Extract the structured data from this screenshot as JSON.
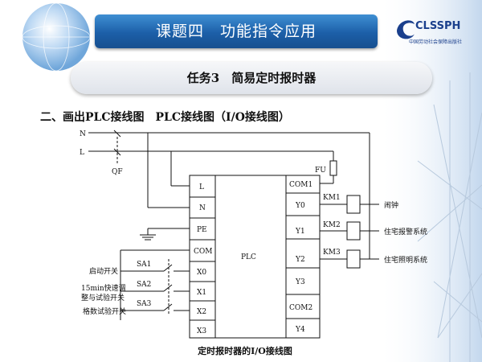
{
  "header": {
    "title": "课题四　功能指令应用"
  },
  "logo": {
    "name": "CLSSPH",
    "subtitle": "中国劳动社会保障出版社"
  },
  "task": {
    "title": "任务3　简易定时报时器"
  },
  "section": {
    "heading": "二、画出PLC接线图　PLC接线图（I/O接线图）"
  },
  "diagram": {
    "plc_label": "PLC",
    "supply": [
      "N",
      "L"
    ],
    "breaker": "QF",
    "fuse": "FU",
    "input_terminals": [
      "L",
      "N",
      "PE",
      "COM",
      "X0",
      "X1",
      "X2",
      "X3"
    ],
    "output_terminals": [
      "COM1",
      "Y0",
      "Y1",
      "Y2",
      "Y3",
      "COM2",
      "Y4"
    ],
    "switches": [
      {
        "tag": "SA1",
        "label": [
          "启动开关"
        ]
      },
      {
        "tag": "SA2",
        "label": [
          "15min快速调",
          "整与试验开关"
        ]
      },
      {
        "tag": "SA3",
        "label": [
          "格数试验开关"
        ]
      }
    ],
    "relays": [
      {
        "tag": "KM1",
        "load": "闹钟"
      },
      {
        "tag": "KM2",
        "load": "住宅报警系统"
      },
      {
        "tag": "KM3",
        "load": "住宅照明系统"
      }
    ],
    "caption": "定时报时器的I/O接线图"
  },
  "colors": {
    "title_bar": "#1c5fa8",
    "title_text": "#ffffff",
    "logo": "#1a3f8c"
  }
}
